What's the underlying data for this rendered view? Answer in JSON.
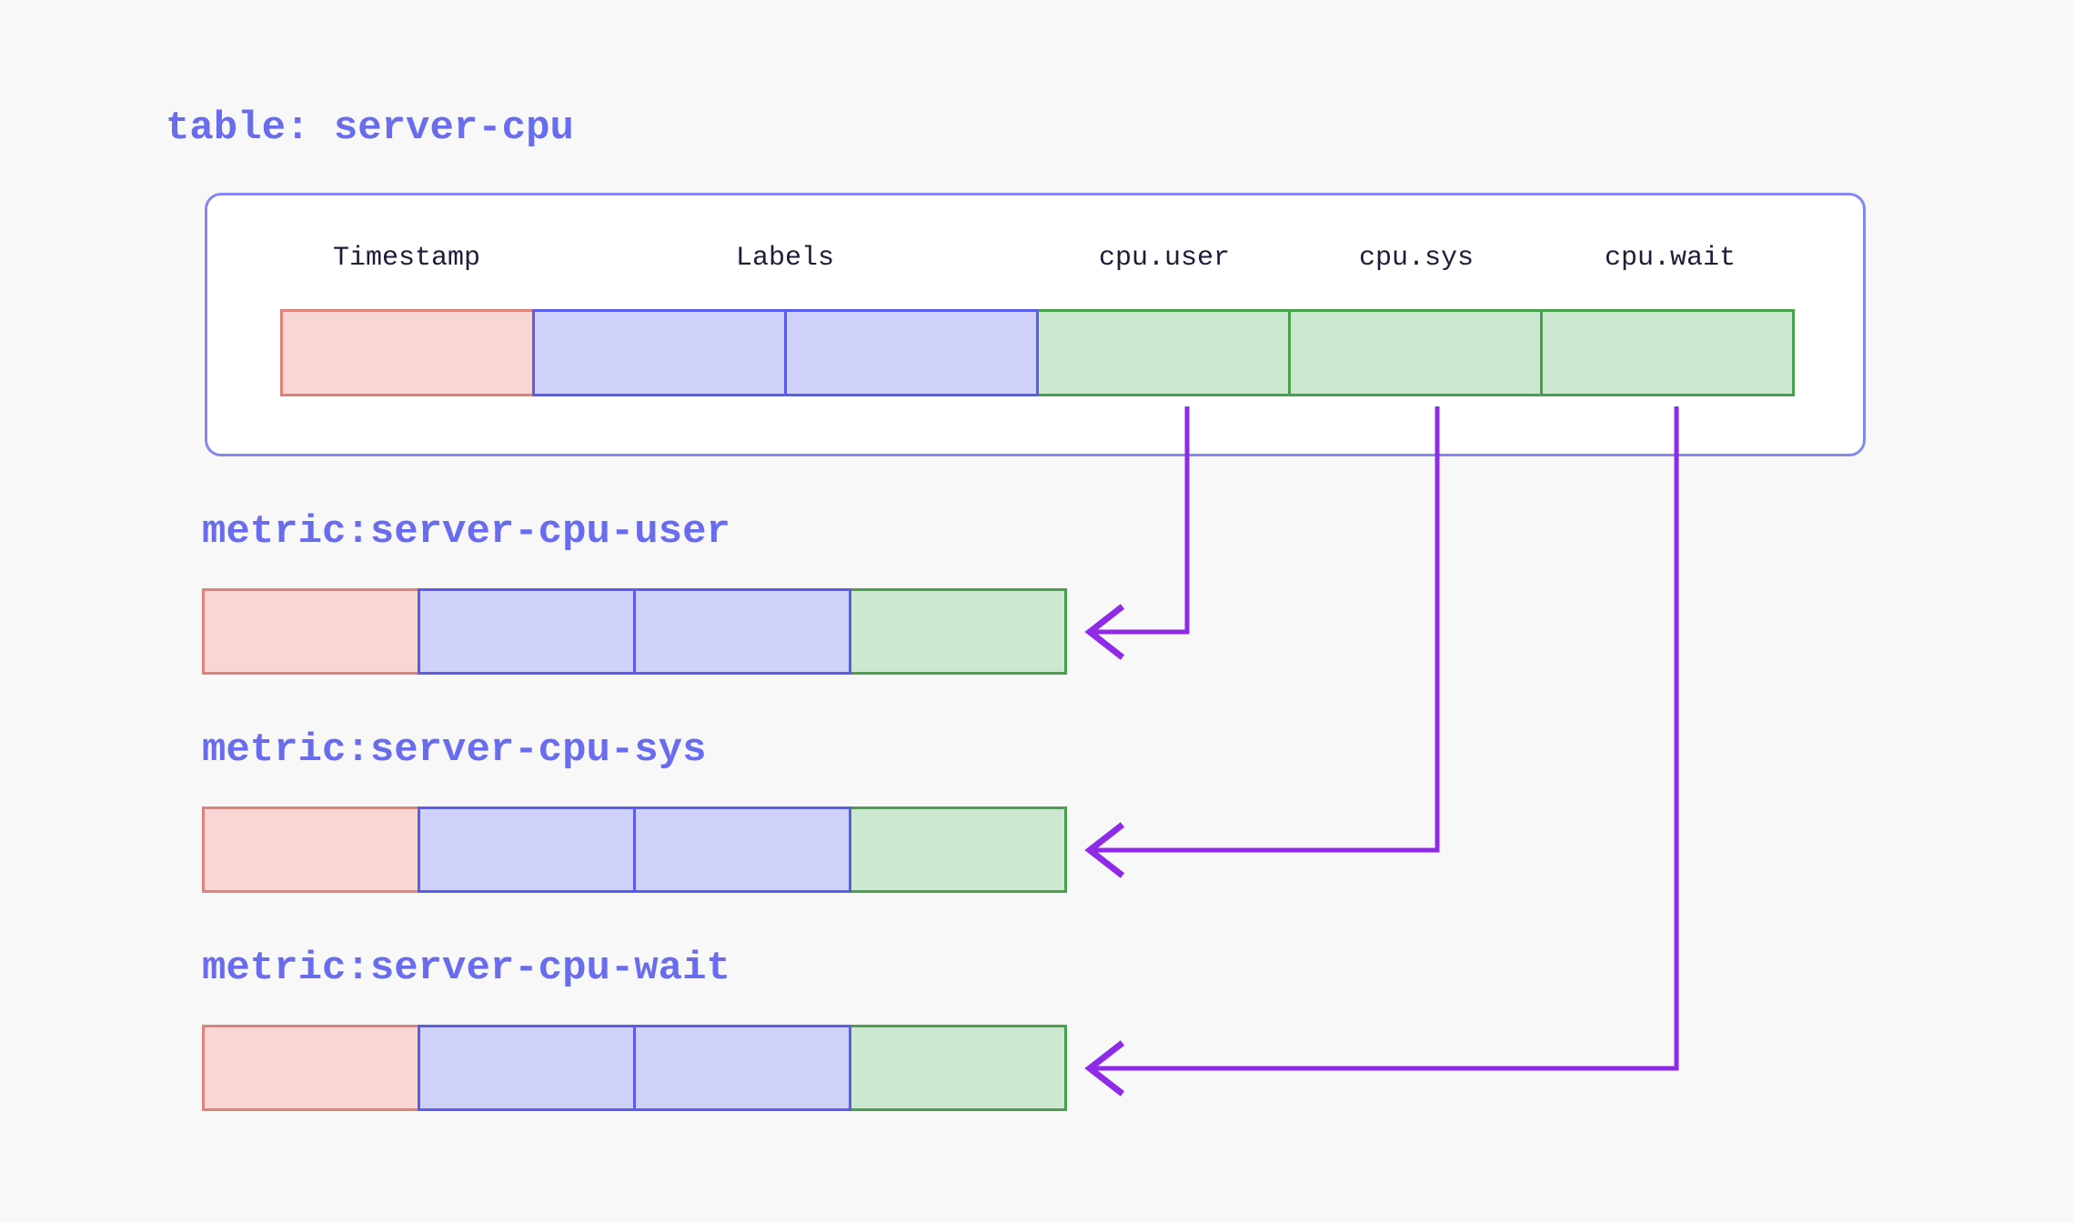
{
  "title": "table: server-cpu",
  "table": {
    "columns": [
      {
        "label": "Timestamp",
        "type": "timestamp"
      },
      {
        "label": "Labels",
        "type": "labels"
      },
      {
        "label": "cpu.user",
        "type": "value"
      },
      {
        "label": "cpu.sys",
        "type": "value"
      },
      {
        "label": "cpu.wait",
        "type": "value"
      }
    ],
    "row_cells": [
      "timestamp",
      "labels",
      "labels",
      "value",
      "value",
      "value"
    ]
  },
  "metrics": [
    {
      "label": "metric:server-cpu-user",
      "source_column": "cpu.user",
      "row_cells": [
        "timestamp",
        "labels",
        "labels",
        "value"
      ]
    },
    {
      "label": "metric:server-cpu-sys",
      "source_column": "cpu.sys",
      "row_cells": [
        "timestamp",
        "labels",
        "labels",
        "value"
      ]
    },
    {
      "label": "metric:server-cpu-wait",
      "source_column": "cpu.wait",
      "row_cells": [
        "timestamp",
        "labels",
        "labels",
        "value"
      ]
    }
  ],
  "connectors": [
    {
      "from": "cpu.user",
      "to": "metric:server-cpu-user"
    },
    {
      "from": "cpu.sys",
      "to": "metric:server-cpu-sys"
    },
    {
      "from": "cpu.wait",
      "to": "metric:server-cpu-wait"
    }
  ],
  "colors": {
    "background": "#f8f8f9",
    "panel_border": "#8487ef",
    "heading": "#6a6cee",
    "header_text": "#221a38",
    "timestamp_fill": "#f8d6d3",
    "timestamp_border": "#e0817a",
    "labels_fill": "#cfd1fb",
    "labels_border": "#5a5cf0",
    "value_fill": "#cde8d0",
    "value_border": "#47a04b",
    "arrow": "#8f2ae8"
  }
}
